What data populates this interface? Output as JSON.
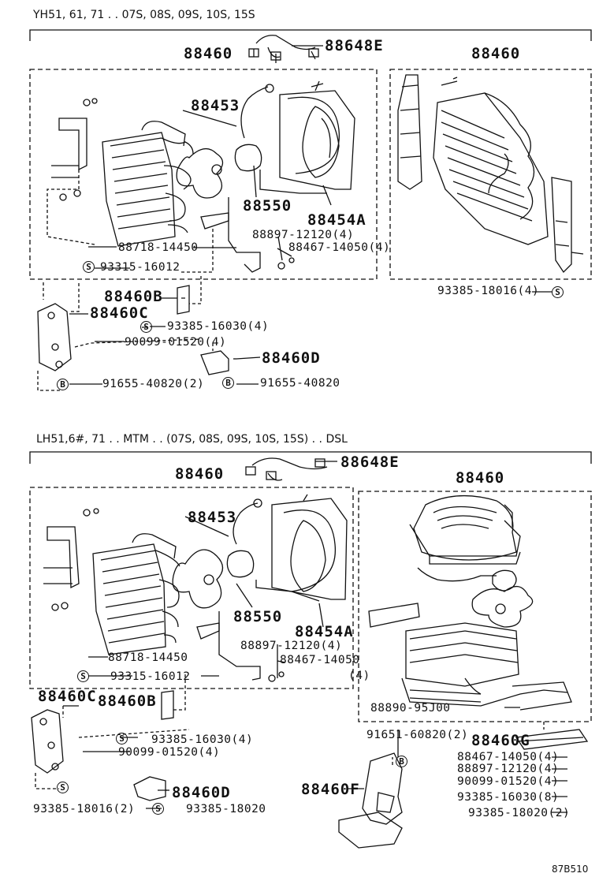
{
  "sections": [
    {
      "header": "YH51, 61, 71 . . 07S, 08S, 09S, 10S, 15S",
      "labels": {
        "cond_left": "88460",
        "cond_right": "88460",
        "wire": "88648E",
        "fan": "88453",
        "motor": "88550",
        "shroud": "88454A",
        "bolt_a": "88897-12120(4)",
        "nut_a": "88467-14050(4)",
        "pipe_a": "88718-14450",
        "screw_a": "93315-16012",
        "bracket_b": "88460B",
        "bracket_c": "88460C",
        "screw_b": "93385-16030(4)",
        "washer": "90099-01520(4)",
        "bracket_d": "88460D",
        "bolt_b": "91655-40820(2)",
        "bolt_c": "91655-40820",
        "screw_r": "93385-18016(4)"
      }
    },
    {
      "header": "LH51,6#, 71 . . MTM . . (07S, 08S, 09S, 10S, 15S) . . DSL",
      "labels": {
        "cond_left": "88460",
        "cond_right": "88460",
        "wire": "88648E",
        "fan": "88453",
        "motor": "88550",
        "shroud": "88454A",
        "bolt_a": "88897-12120(4)",
        "nut_a": "88467-14050",
        "nut_a_qty": "(4)",
        "pipe_a": "88718-14450",
        "screw_a": "93315-16012",
        "bracket_c": "88460C",
        "bracket_b": "88460B",
        "screw_b": "93385-16030(4)",
        "washer": "90099-01520(4)",
        "screw_c": "93385-18016(2)",
        "bracket_d": "88460D",
        "screw_d": "93385-18020",
        "r_bracket": "88890-95J00",
        "r_bolt": "91651-60820(2)",
        "bracket_g": "88460G",
        "r_nut": "88467-14050(4)",
        "r_bolt2": "88897-12120(4)",
        "r_washer": "90099-01520(4)",
        "r_screw": "93385-16030(8)",
        "r_screw2": "93385-18020(2)",
        "bracket_f": "88460F"
      }
    }
  ],
  "code": "87B510"
}
